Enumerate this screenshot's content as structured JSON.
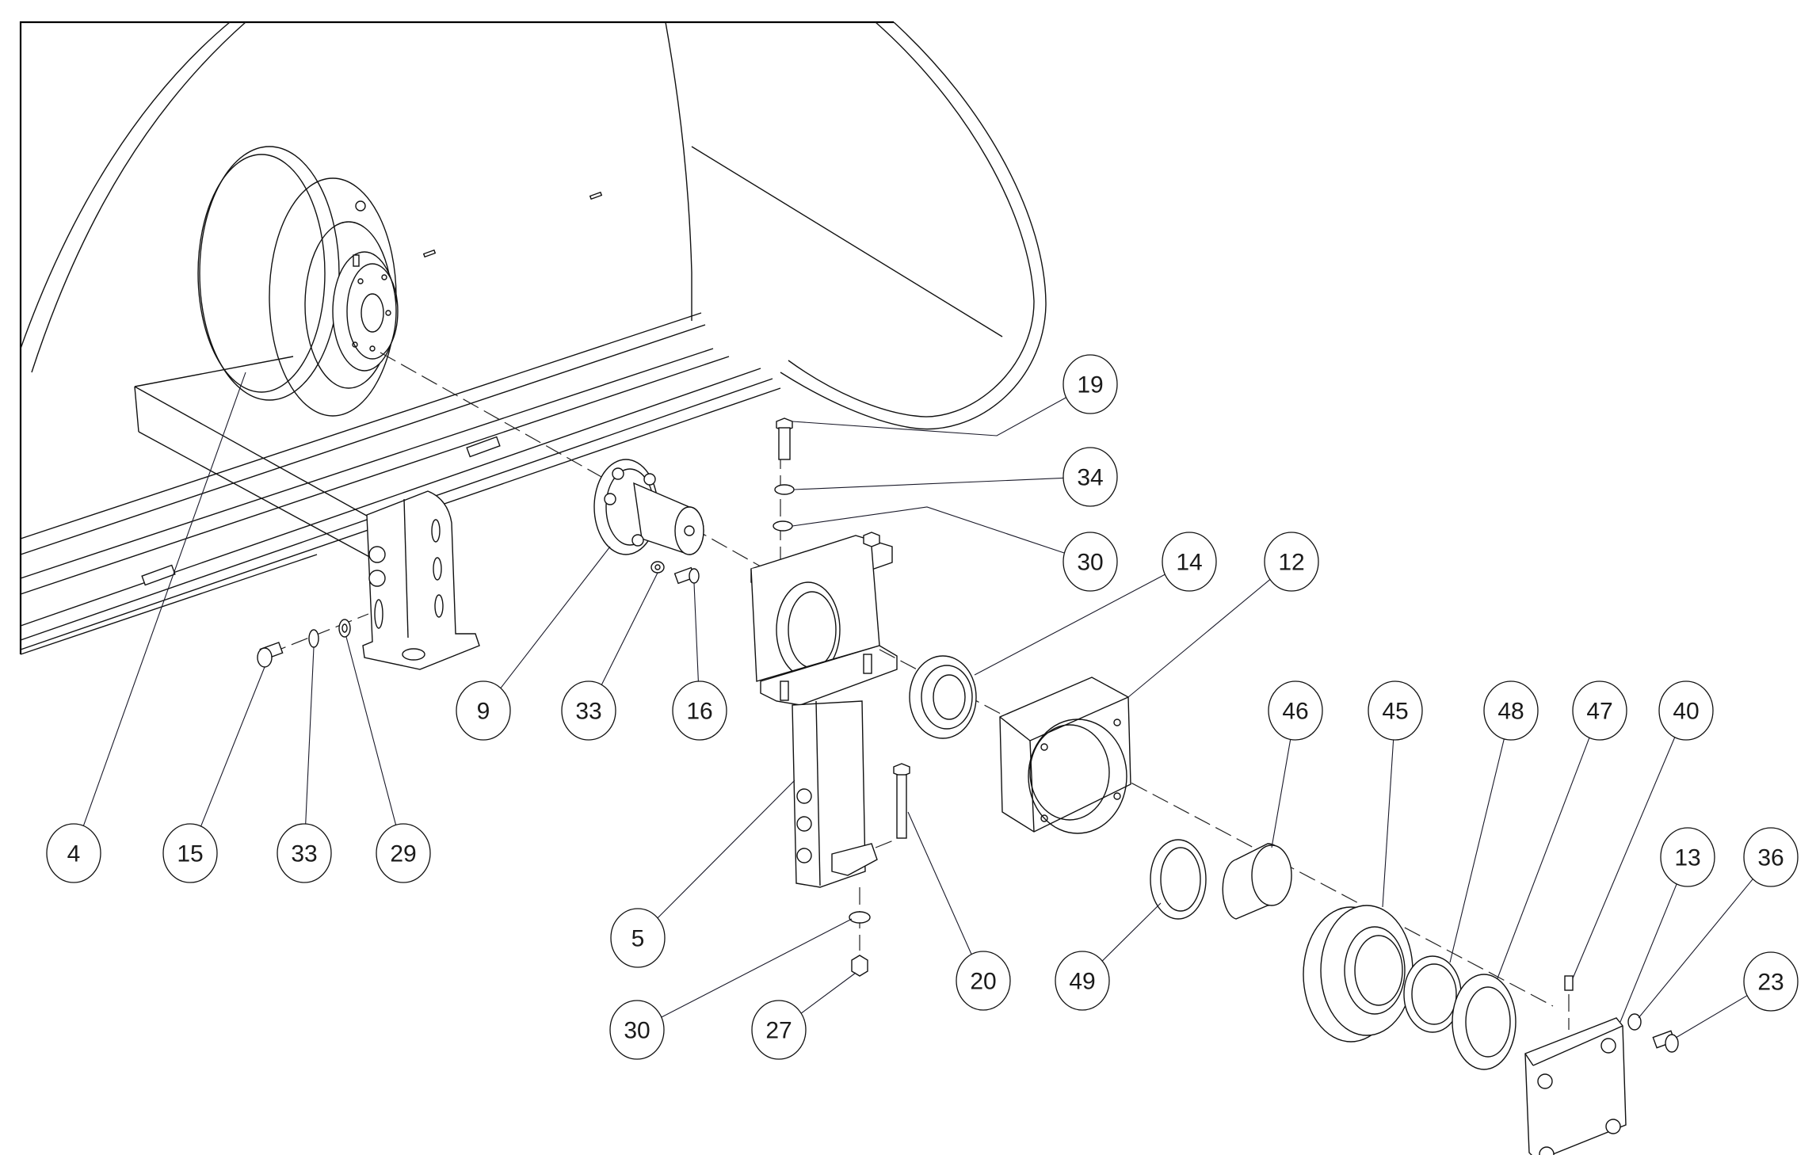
{
  "drawing": {
    "type": "exploded-assembly-view",
    "line_color": "#111111",
    "background": "#ffffff"
  },
  "balloons": [
    {
      "id": "b19",
      "label": "19",
      "part": "hex bolt (top)"
    },
    {
      "id": "b34",
      "label": "34",
      "part": "lock washer (top)"
    },
    {
      "id": "b30a",
      "label": "30",
      "part": "flat washer (top)"
    },
    {
      "id": "b14",
      "label": "14",
      "part": "seal ring"
    },
    {
      "id": "b12",
      "label": "12",
      "part": "bearing housing"
    },
    {
      "id": "b4",
      "label": "4",
      "part": "frame / auger assembly"
    },
    {
      "id": "b15",
      "label": "15",
      "part": "hex bolt (bracket)"
    },
    {
      "id": "b33a",
      "label": "33",
      "part": "lock washer (bracket)"
    },
    {
      "id": "b29",
      "label": "29",
      "part": "flat washer (bracket)"
    },
    {
      "id": "b9",
      "label": "9",
      "part": "flange shaft"
    },
    {
      "id": "b33b",
      "label": "33",
      "part": "lock washer (flange)"
    },
    {
      "id": "b16",
      "label": "16",
      "part": "hex bolt (flange)"
    },
    {
      "id": "b5",
      "label": "5",
      "part": "support bracket"
    },
    {
      "id": "b30b",
      "label": "30",
      "part": "flat washer (bottom)"
    },
    {
      "id": "b27",
      "label": "27",
      "part": "hex nut"
    },
    {
      "id": "b20",
      "label": "20",
      "part": "long hex bolt"
    },
    {
      "id": "b49",
      "label": "49",
      "part": "spacer ring"
    },
    {
      "id": "b46",
      "label": "46",
      "part": "adapter sleeve"
    },
    {
      "id": "b45",
      "label": "45",
      "part": "spherical roller bearing"
    },
    {
      "id": "b48",
      "label": "48",
      "part": "tab lock washer"
    },
    {
      "id": "b47",
      "label": "47",
      "part": "lock nut"
    },
    {
      "id": "b40",
      "label": "40",
      "part": "grease nipple"
    },
    {
      "id": "b13",
      "label": "13",
      "part": "end cover plate"
    },
    {
      "id": "b36",
      "label": "36",
      "part": "washer (cover)"
    },
    {
      "id": "b23",
      "label": "23",
      "part": "socket head cap screw"
    }
  ]
}
